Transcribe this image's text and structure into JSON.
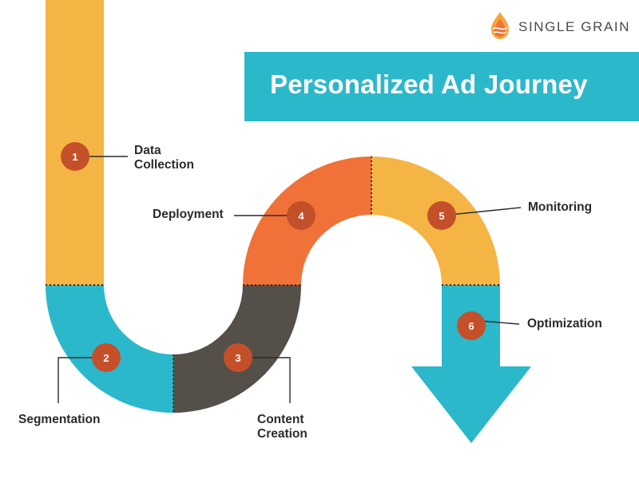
{
  "brand": {
    "name": "SINGLE GRAIN",
    "logo_icon": "flame-drop-icon"
  },
  "title": "Personalized Ad Journey",
  "colors": {
    "orange_light": "#f5b544",
    "teal": "#2bb8ca",
    "dark_gray": "#544f49",
    "orange": "#f07238",
    "marker": "#c4502a"
  },
  "steps": [
    {
      "number": "1",
      "label_line1": "Data",
      "label_line2": "Collection"
    },
    {
      "number": "2",
      "label_line1": "Segmentation",
      "label_line2": ""
    },
    {
      "number": "3",
      "label_line1": "Content",
      "label_line2": "Creation"
    },
    {
      "number": "4",
      "label_line1": "Deployment",
      "label_line2": ""
    },
    {
      "number": "5",
      "label_line1": "Monitoring",
      "label_line2": ""
    },
    {
      "number": "6",
      "label_line1": "Optimization",
      "label_line2": ""
    }
  ]
}
